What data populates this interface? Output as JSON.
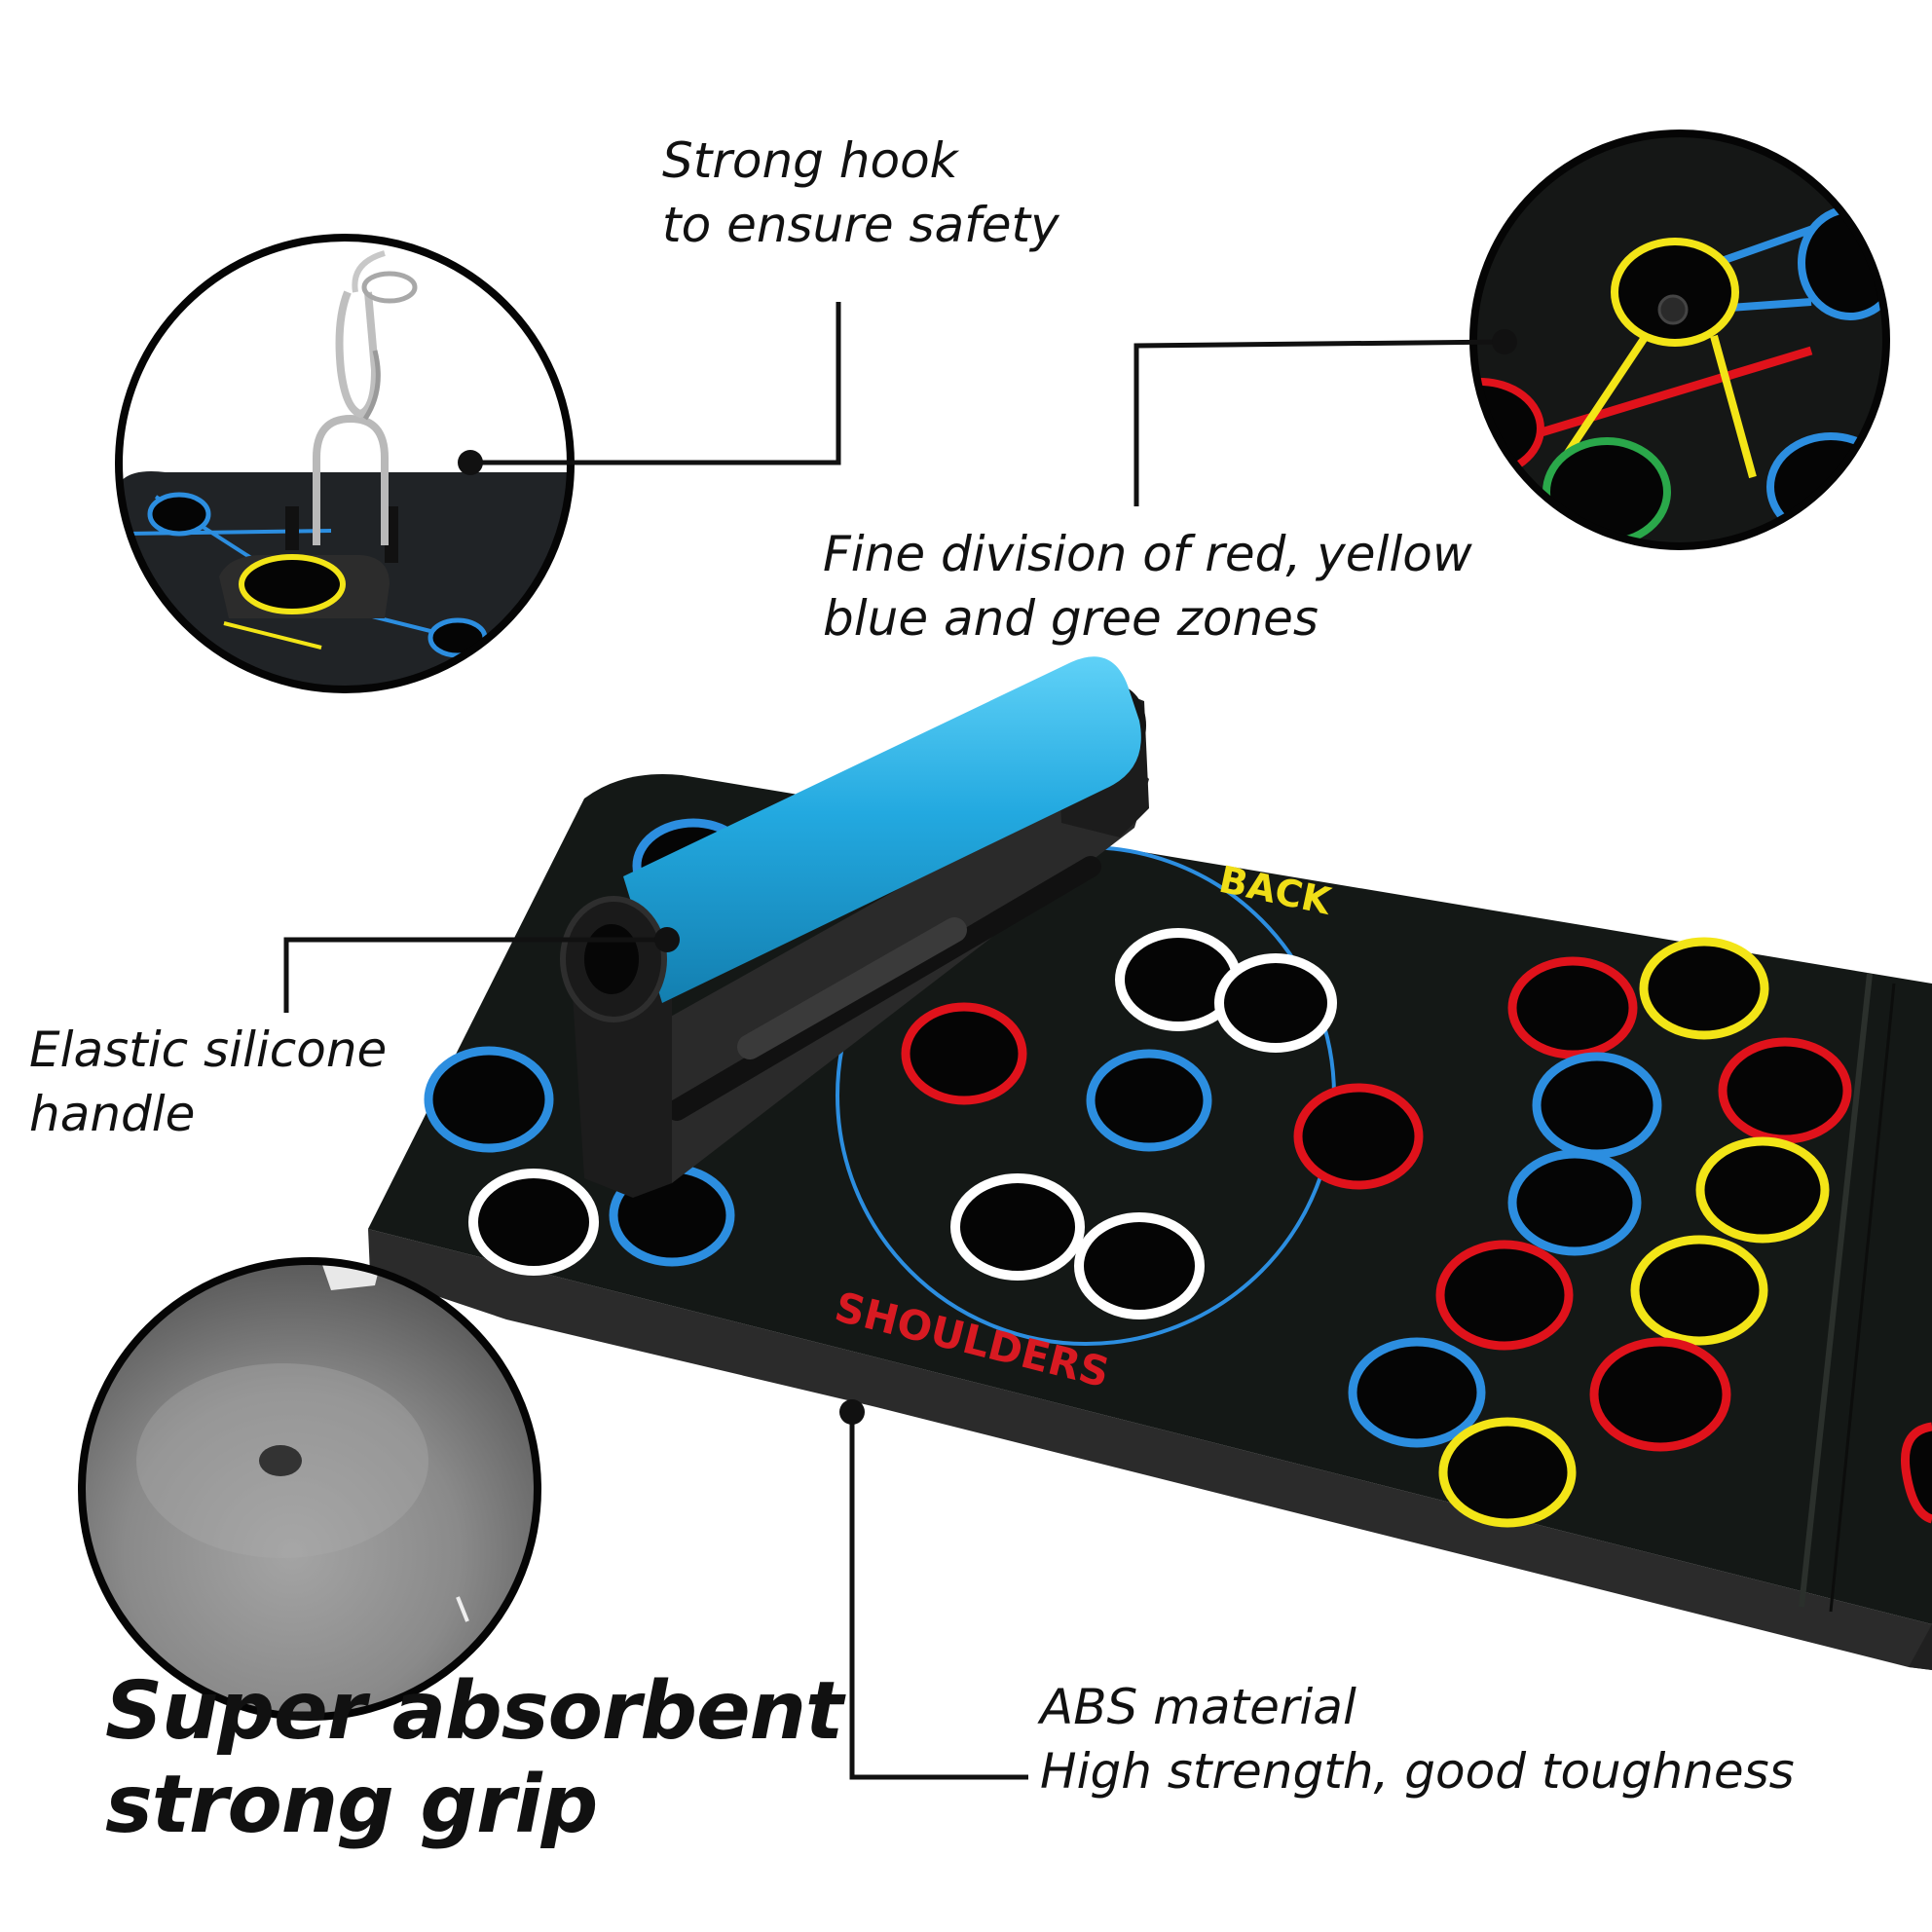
{
  "callouts": {
    "hook": {
      "line1": "Strong hook",
      "line2": "to ensure safety"
    },
    "zones": {
      "line1": "Fine division of red, yellow",
      "line2": "blue and gree zones"
    },
    "handle": {
      "line1": "Elastic silicone",
      "line2": "handle"
    },
    "grip": {
      "line1": "Super absorbent",
      "line2": "strong grip"
    },
    "material": {
      "line1": "ABS material",
      "line2": "High strength, good toughness"
    }
  },
  "board": {
    "label_top": "BACK",
    "label_bottom": "SHOULDERS"
  },
  "colors": {
    "board": "#141816",
    "handle_grip": "#23a9e0",
    "handle_frame": "#1c1c1c",
    "ring_red": "#e0121b",
    "ring_yellow": "#f3e517",
    "ring_blue": "#2c8ee0",
    "ring_white": "#ffffff",
    "ring_green": "#2aa84a",
    "text_back": "#f0de17",
    "text_shoulders": "#d81a22"
  },
  "icons": {
    "hook": "carabiner-hook-icon",
    "pointer": "callout-dot-icon"
  }
}
